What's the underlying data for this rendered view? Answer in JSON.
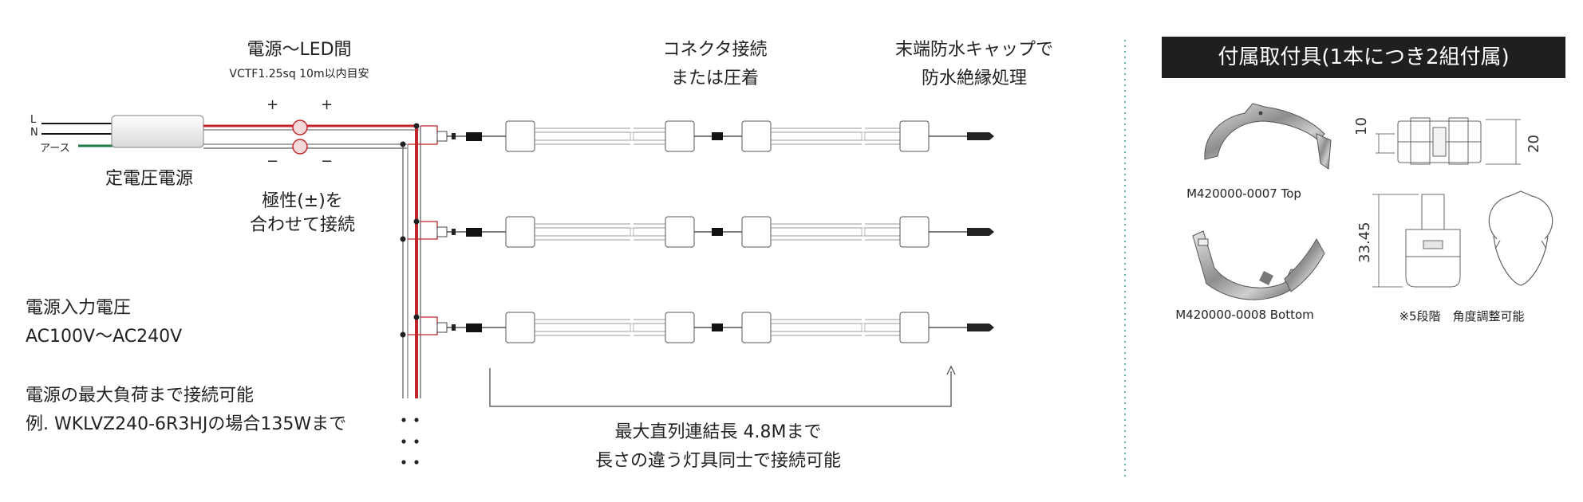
{
  "left": {
    "power_line_title": "電源〜LED間",
    "power_line_spec": "VCTF1.25sq 10m以内目安",
    "wire_l": "L",
    "wire_n": "N",
    "wire_earth": "アース",
    "plus": "+",
    "minus": "−",
    "psu_label": "定電圧電源",
    "polarity_line1": "極性(±)を",
    "polarity_line2": "合わせて接続",
    "input_voltage_line1": "電源入力電圧",
    "input_voltage_line2": "AC100V〜AC240V",
    "max_load_line1": "電源の最大負荷まで接続可能",
    "max_load_line2": "例. WKLVZ240-6R3HJの場合135Wまで"
  },
  "center": {
    "connector_label_line1": "コネクタ接続",
    "connector_label_line2": "または圧着",
    "endcap_label_line1": "末端防水キャップで",
    "endcap_label_line2": "防水絶縁処理",
    "max_length_line1": "最大直列連結長 4.8Mまで",
    "max_length_line2": "長さの違う灯具同士で接続可能"
  },
  "right": {
    "accessory_title": "付属取付具(1本につき2組付属)",
    "top_part": "M420000-0007 Top",
    "bottom_part": "M420000-0008 Bottom",
    "dim_10": "10",
    "dim_20": "20",
    "dim_3345": "33.45",
    "adjust_note": "※5段階　角度調整可能"
  },
  "colors": {
    "red_wire": "#c0272d",
    "black_wire": "#111111",
    "earth_wire": "#1d7a45",
    "title_bg": "#1f1f1f",
    "divider": "#3aa7a0"
  }
}
